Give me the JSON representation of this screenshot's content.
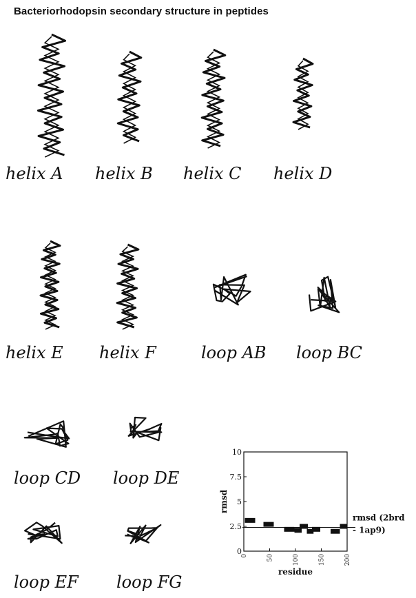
{
  "page_title": "Bacteriorhodopsin secondary structure in peptides",
  "structures": [
    {
      "id": "helix-a",
      "label": "helix A",
      "kind": "helix",
      "turns": 9
    },
    {
      "id": "helix-b",
      "label": "helix B",
      "kind": "helix",
      "turns": 7
    },
    {
      "id": "helix-c",
      "label": "helix C",
      "kind": "helix",
      "turns": 8
    },
    {
      "id": "helix-d",
      "label": "helix D",
      "kind": "helix",
      "turns": 6
    },
    {
      "id": "helix-e",
      "label": "helix E",
      "kind": "helix",
      "turns": 9
    },
    {
      "id": "helix-f",
      "label": "helix F",
      "kind": "helix",
      "turns": 8
    },
    {
      "id": "loop-ab",
      "label": "loop AB",
      "kind": "loop"
    },
    {
      "id": "loop-bc",
      "label": "loop BC",
      "kind": "loop"
    },
    {
      "id": "loop-cd",
      "label": "loop CD",
      "kind": "loop"
    },
    {
      "id": "loop-de",
      "label": "loop DE",
      "kind": "loop"
    },
    {
      "id": "loop-ef",
      "label": "loop EF",
      "kind": "loop"
    },
    {
      "id": "loop-fg",
      "label": "loop FG",
      "kind": "loop"
    }
  ],
  "chart_data": {
    "type": "bar",
    "xlabel": "residue",
    "ylabel": "rmsd",
    "xlim": [
      0,
      200
    ],
    "ylim": [
      0,
      10
    ],
    "xticks": [
      "0",
      "50",
      "100",
      "150",
      "200"
    ],
    "yticks": [
      "0",
      "2.5",
      "5",
      "7.5",
      "10"
    ],
    "grid": false,
    "segments": [
      {
        "x_start": 2,
        "x_end": 22,
        "value": 3.1
      },
      {
        "x_start": 38,
        "x_end": 58,
        "value": 2.7
      },
      {
        "x_start": 78,
        "x_end": 98,
        "value": 2.2
      },
      {
        "x_start": 98,
        "x_end": 112,
        "value": 2.1
      },
      {
        "x_start": 108,
        "x_end": 124,
        "value": 2.5
      },
      {
        "x_start": 122,
        "x_end": 135,
        "value": 2.0
      },
      {
        "x_start": 132,
        "x_end": 148,
        "value": 2.2
      },
      {
        "x_start": 168,
        "x_end": 186,
        "value": 2.0
      },
      {
        "x_start": 186,
        "x_end": 200,
        "value": 2.5
      }
    ],
    "reference_line": {
      "value": 2.4,
      "label_lines": [
        "rmsd (2brd",
        "- 1ap9)"
      ]
    }
  }
}
